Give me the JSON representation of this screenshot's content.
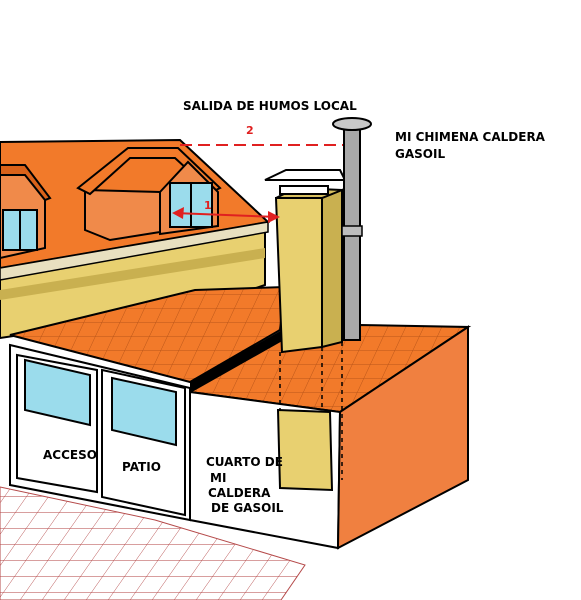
{
  "labels": {
    "salida": "SALIDA DE HUMOS LOCAL",
    "chimenea_1": "MI CHIMENA CALDERA",
    "chimenea_2": "GASOIL",
    "acceso": "ACCESO",
    "patio": "PATIO",
    "cuarto_1": "CUARTO DE",
    "cuarto_2": "MI",
    "cuarto_3": "CALDERA",
    "cuarto_4": "DE GASOIL"
  },
  "markers": {
    "one": "1",
    "two": "2"
  },
  "colors": {
    "roof": "#f27a2a",
    "roof_dark": "#d9621a",
    "wall": "#e8d070",
    "room_wall": "#f08040",
    "window": "#9bdcec",
    "pipe": "#a9a9a9",
    "dimension_red": "#e02020"
  }
}
